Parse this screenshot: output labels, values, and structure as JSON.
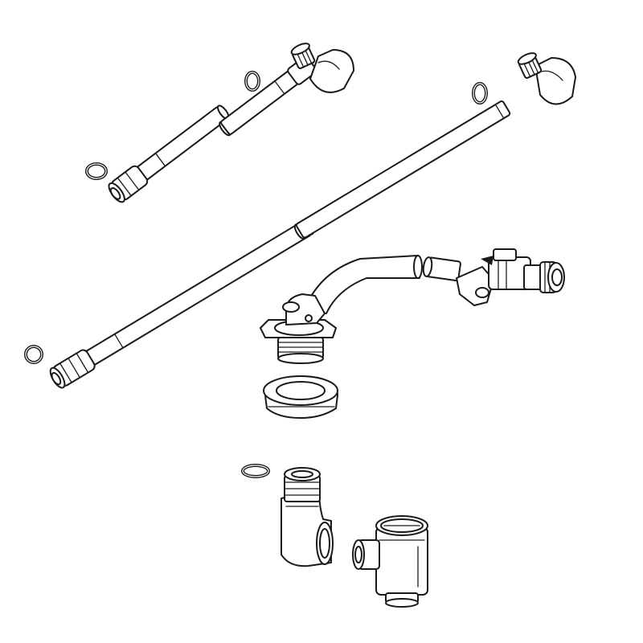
{
  "diagram": {
    "background": "#ffffff",
    "line_color": "#1a1a1a",
    "parts": [
      "upper-short-hose",
      "long-diagonal-hose",
      "bent-hose-with-valve",
      "sink-drain-fitting",
      "lock-nut",
      "elbow-connector",
      "valve-body",
      "o-ring"
    ],
    "o_ring_count": 5
  }
}
